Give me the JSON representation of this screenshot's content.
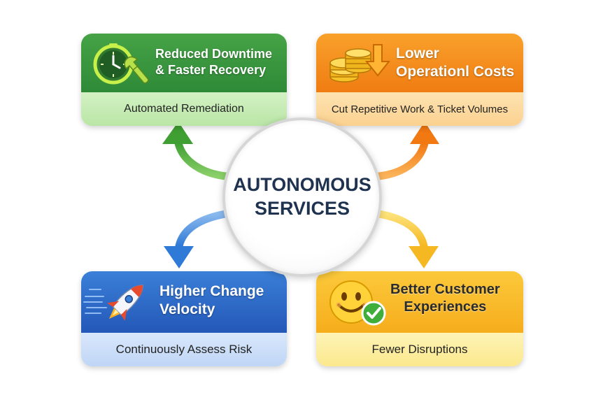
{
  "center": {
    "line1": "AUTONOMOUS",
    "line2": "SERVICES"
  },
  "cards": {
    "top_left": {
      "heading_line1": "Reduced Downtime",
      "heading_line2": "& Faster Recovery",
      "subtitle": "Automated Remediation",
      "icon": "clock-wrench-icon",
      "color": "#2e8a37"
    },
    "top_right": {
      "heading_line1": "Lower",
      "heading_line2": "Operationl Costs",
      "subtitle": "Cut Repetitive Work & Ticket Volumes",
      "icon": "coins-down-arrow-icon",
      "color": "#f07c12"
    },
    "bottom_left": {
      "heading_line1": "Higher Change",
      "heading_line2": "Velocity",
      "subtitle": "Continuously Assess Risk",
      "icon": "rocket-icon",
      "color": "#2458b8"
    },
    "bottom_right": {
      "heading_line1": "Better Customer",
      "heading_line2": "Experiences",
      "subtitle": "Fewer Disruptions",
      "icon": "smiley-check-icon",
      "color": "#f6ad1c"
    }
  },
  "arrow_colors": {
    "top_left": "#4caf3a",
    "top_right": "#f5861f",
    "bottom_left": "#3b86d9",
    "bottom_right": "#f7c531"
  }
}
